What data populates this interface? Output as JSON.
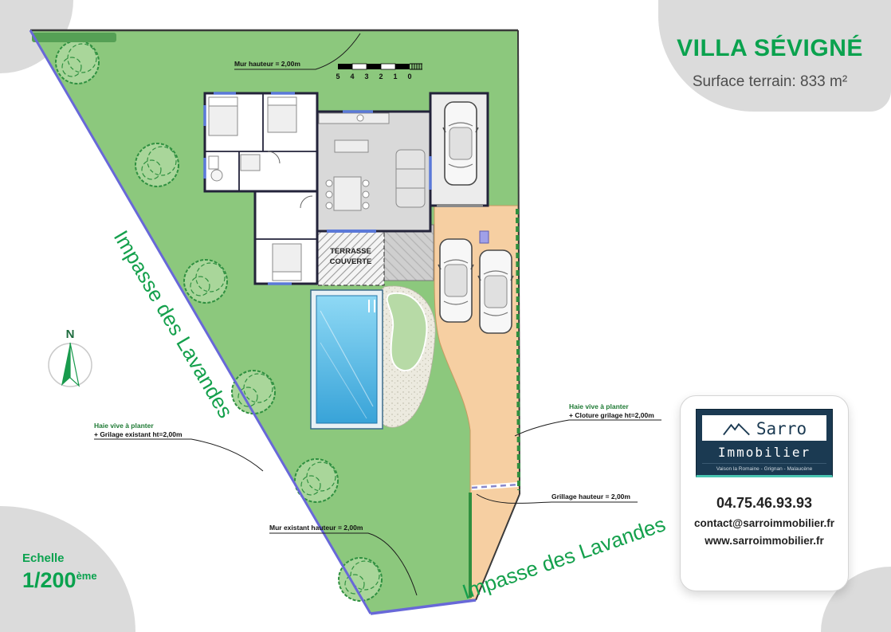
{
  "header": {
    "title": "VILLA SÉVIGNÉ",
    "subtitle": "Surface terrain: 833 m²"
  },
  "plan": {
    "labels": {
      "wall_top": "Mur hauteur = 2,00m",
      "hedge_left_green": "Haie vive à planter",
      "hedge_left_black": "+ Grilage existant ht=2,00m",
      "hedge_right_green": "Haie vive à planter",
      "hedge_right_black": "+ Cloture grilage ht=2,00m",
      "fence": "Grillage hauteur = 2,00m",
      "wall_existing": "Mur existant hauteur = 2,00m",
      "terrace_line1": "TERRASSE",
      "terrace_line2": "COUVERTE",
      "street_left": "Impasse des Lavandes",
      "street_bottom": "Impasse des Lavandes",
      "north": "N"
    },
    "scalebar": [
      "5",
      "4",
      "3",
      "2",
      "1",
      "0"
    ]
  },
  "scale": {
    "label": "Echelle",
    "value": "1/200",
    "sup": "ème"
  },
  "agency": {
    "name": "Sarro",
    "brand": "Immobilier",
    "locations": "Vaison la Romaine - Grignan - Malaucène",
    "phone": "04.75.46.93.93",
    "email": "contact@sarroimmobilier.fr",
    "website": "www.sarroimmobilier.fr"
  },
  "colors": {
    "accent_green": "#0aa24e",
    "lawn": "#8cc87d",
    "driveway": "#f6cfa2",
    "pool": "#49b5e6",
    "navy": "#1b3a52",
    "street_text": "#14a04c"
  }
}
